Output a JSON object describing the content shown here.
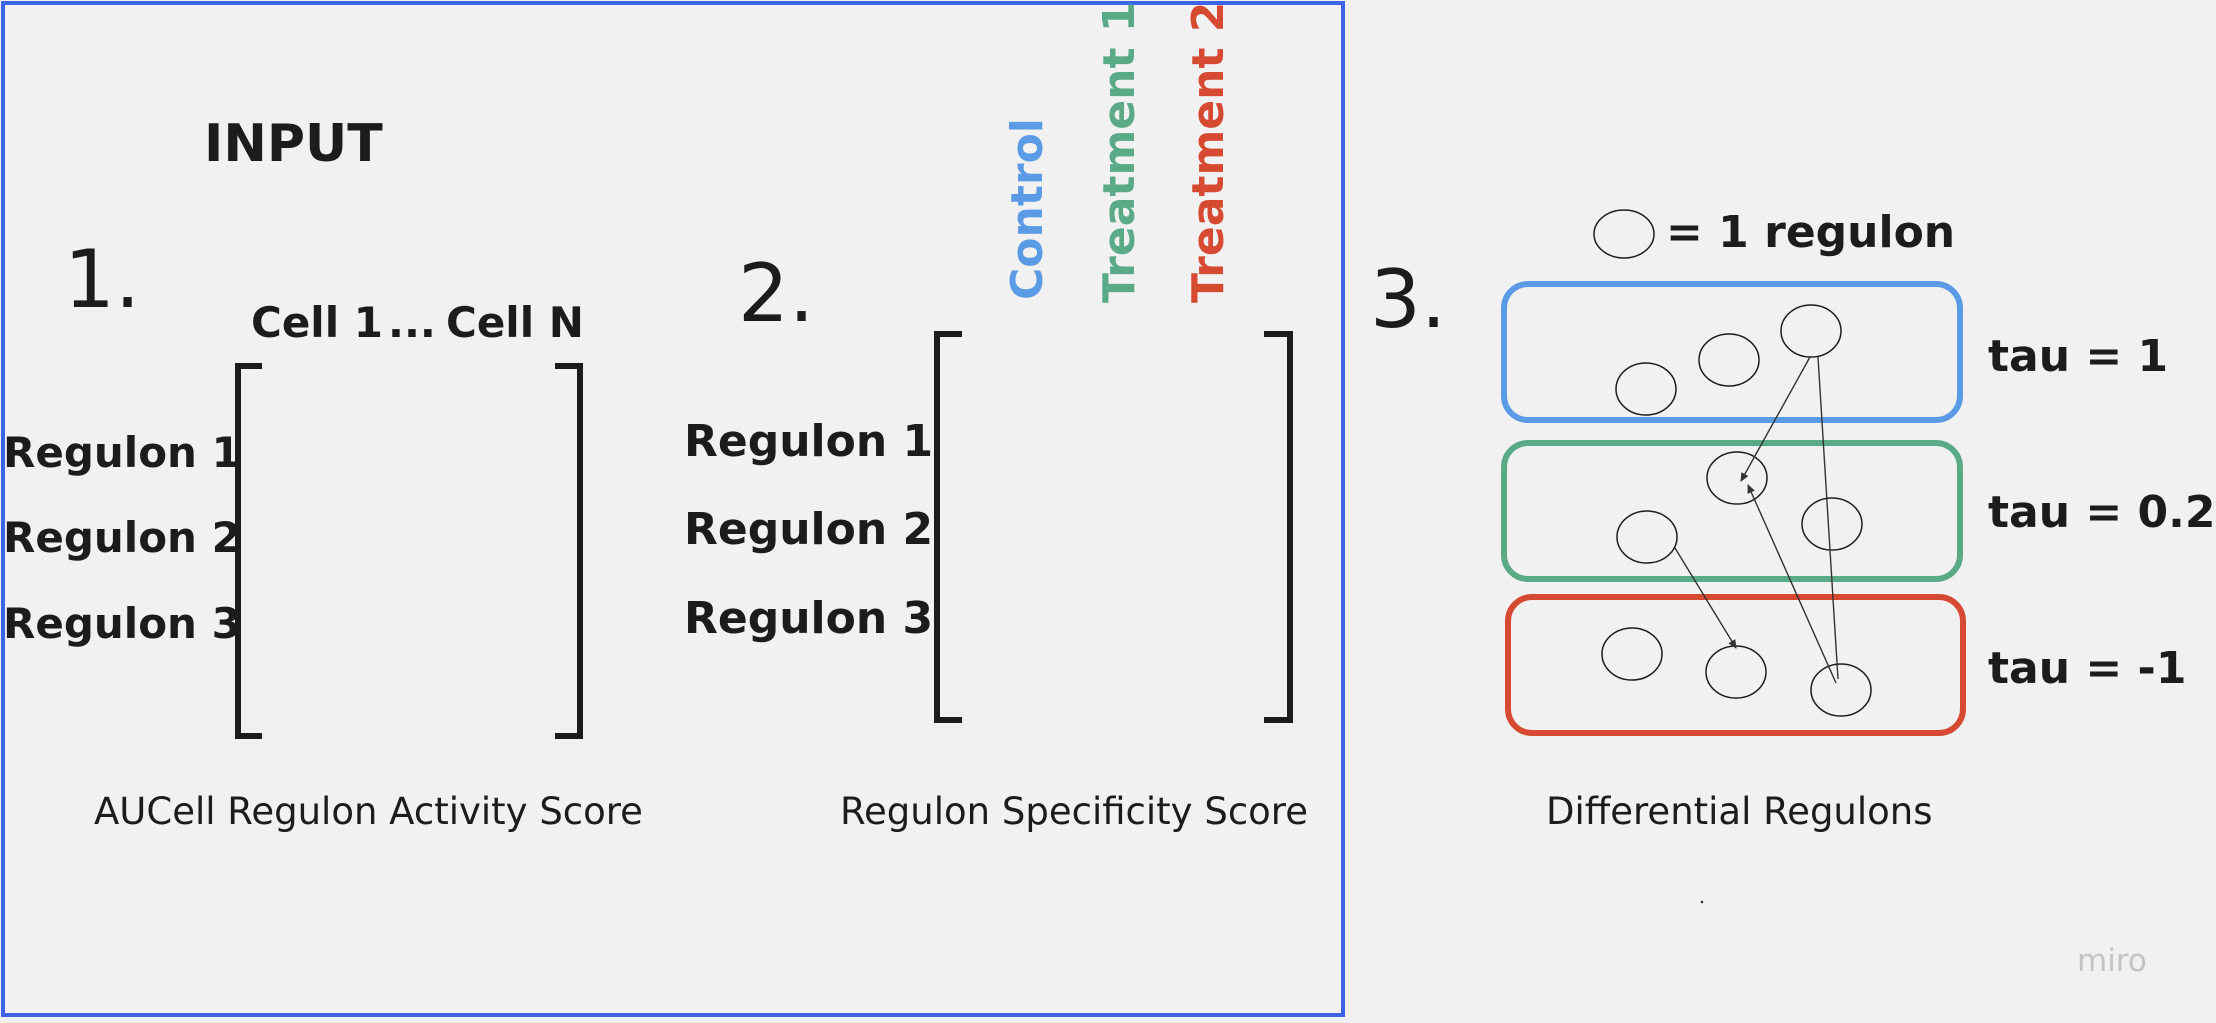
{
  "colors": {
    "frame": "#3d64e6",
    "control": "#5b9be6",
    "treatment1": "#5aaa88",
    "treatment2": "#d64a32",
    "ink": "#1c1c1c",
    "watermark": "#c4c4c4"
  },
  "input_title": "INPUT",
  "panel1": {
    "number": "1.",
    "col_header_first": "Cell 1",
    "col_header_ellipsis": "...",
    "col_header_last": "Cell N",
    "rows": [
      "Regulon 1",
      "Regulon 2",
      "Regulon 3"
    ],
    "caption": "AUCell Regulon Activity Score"
  },
  "panel2": {
    "number": "2.",
    "columns": [
      "Control",
      "Treatment 1",
      "Treatment 2"
    ],
    "rows": [
      "Regulon 1",
      "Regulon 2",
      "Regulon 3"
    ],
    "caption": "Regulon Specificity Score"
  },
  "panel3": {
    "number": "3.",
    "legend": "= 1 regulon",
    "tau_labels": [
      "tau = 1",
      "tau = 0.2",
      "tau = -1"
    ],
    "caption": "Differential Regulons"
  },
  "watermark": "miro"
}
